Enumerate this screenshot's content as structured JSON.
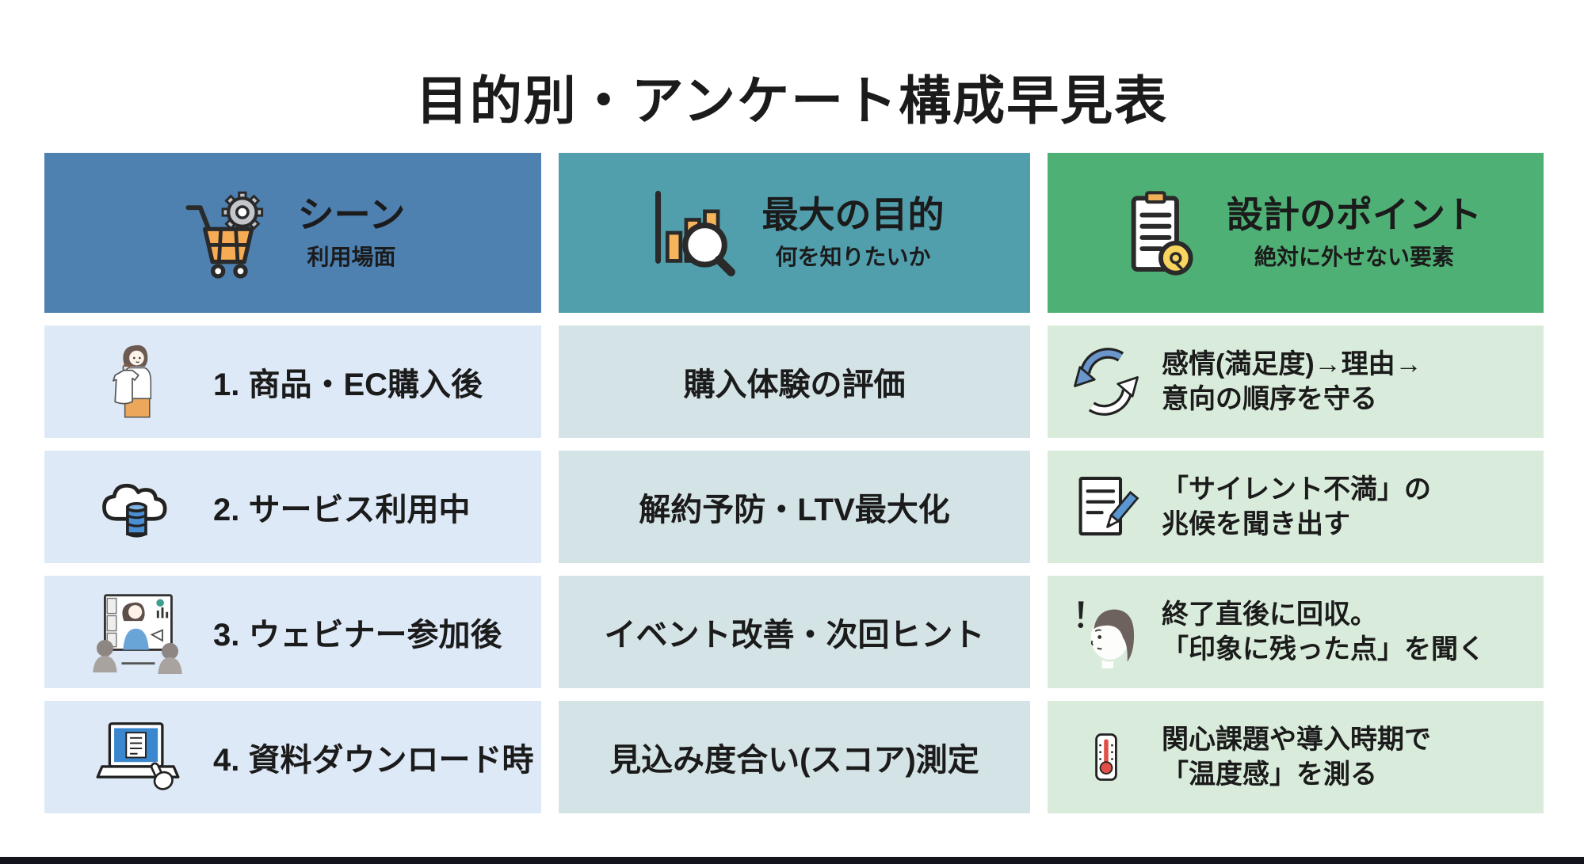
{
  "page": {
    "title": "目的別・アンケート構成早見表"
  },
  "colors": {
    "header_scene_bg": "#4e80b0",
    "header_purpose_bg": "#519fad",
    "header_point_bg": "#4fb075",
    "cell_scene_bg": "#dde9f6",
    "cell_purpose_bg": "#d4e3e6",
    "cell_point_bg": "#d9ecdb",
    "bottom_bar": "#14141c",
    "accent_orange": "#f6ac54",
    "accent_blue": "#4a8fd4",
    "accent_yellow": "#f8d55f",
    "accent_red": "#e05048",
    "text": "#1b1b1b"
  },
  "columns": [
    {
      "title": "シーン",
      "subtitle": "利用場面",
      "icon": "cart-gear-icon",
      "header_bg": "#4e80b0",
      "cell_bg": "#dde9f6"
    },
    {
      "title": "最大の目的",
      "subtitle": "何を知りたいか",
      "icon": "chart-magnifier-icon",
      "header_bg": "#519fad",
      "cell_bg": "#d4e3e6"
    },
    {
      "title": "設計のポイント",
      "subtitle": "絶対に外せない要素",
      "icon": "clipboard-bulb-icon",
      "header_bg": "#4fb075",
      "cell_bg": "#d9ecdb"
    }
  ],
  "rows": [
    {
      "scene": "1. 商品・EC購入後",
      "scene_icon": "person-tshirt-icon",
      "purpose": "購入体験の評価",
      "point_line1": "感情(満足度)→理由→",
      "point_line2": "意向の順序を守る",
      "point_icon": "cycle-arrows-icon"
    },
    {
      "scene": "2. サービス利用中",
      "scene_icon": "cloud-database-icon",
      "purpose": "解約予防・LTV最大化",
      "point_line1": "「サイレント不満」の",
      "point_line2": "兆候を聞き出す",
      "point_icon": "memo-pen-icon"
    },
    {
      "scene": "3. ウェビナー参加後",
      "scene_icon": "webinar-icon",
      "purpose": "イベント改善・次回ヒント",
      "point_line1": "終了直後に回収。",
      "point_line2": "「印象に残った点」を聞く",
      "point_icon": "surprised-woman-icon"
    },
    {
      "scene": "4. 資料ダウンロード時",
      "scene_icon": "laptop-click-icon",
      "purpose": "見込み度合い(スコア)測定",
      "point_line1": "関心課題や導入時期で",
      "point_line2": "「温度感」を測る",
      "point_icon": "thermometer-icon"
    }
  ]
}
